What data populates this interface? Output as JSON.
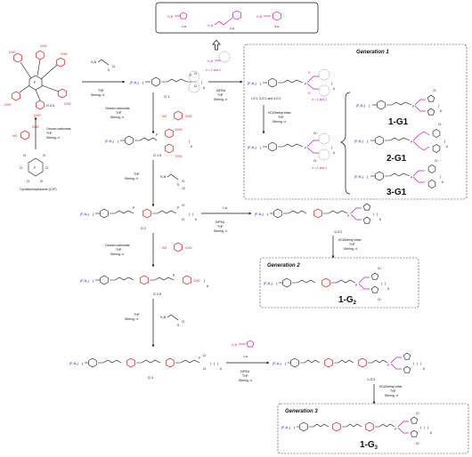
{
  "top_box": {
    "labels": [
      "1-a",
      "2-a",
      "3-a"
    ],
    "amine": "H₂N"
  },
  "abbrev": {
    "p3n3": "{P₃N₃}",
    "g05": "G 0.5",
    "g1": "G 1",
    "g15": "G 1.5",
    "g2": "G 2",
    "g25": "G 2.5",
    "g3": "G 3",
    "c1p": "Cyclotriphosphazene (C1P)"
  },
  "conditions": {
    "cs_thf_rt": [
      "Cesium carbonate",
      "THF",
      "Stirring, rt"
    ],
    "thf_rt": [
      "THF",
      "Stirring, rt"
    ],
    "dipea_thf_rt": [
      "DIPEA",
      "THF",
      "Stirring, rt"
    ],
    "hcl_thf_rt": [
      "HCl/Diethyl ether",
      "THF",
      "Stirring, rt"
    ]
  },
  "intermediates": {
    "i_g1": "I-G’1, 2-G’1 and 3-G’1",
    "i_g2": "1-G’2",
    "i_g3": "1-G’3",
    "n12": "n = 1 and 2"
  },
  "generations": {
    "gen1": {
      "title": "Generation 1",
      "products": [
        "1-G1",
        "2-G1",
        "3-G1"
      ]
    },
    "gen2": {
      "title": "Generation 2",
      "product": "1-G",
      "product_sub": "2"
    },
    "gen3": {
      "title": "Generation 3",
      "product": "1-G",
      "product_sub": "3"
    }
  },
  "reagent_labels": {
    "r1a": "1-a"
  },
  "atoms": {
    "cl": "Cl",
    "cl_minus": "Cl⁻",
    "p": "P",
    "n": "N",
    "s": "S",
    "h": "H",
    "nh": "NH",
    "o": "O",
    "cho": "CHO",
    "ho": "HO",
    "six": "6",
    "twelve": "12",
    "h2n": "H₂N"
  }
}
